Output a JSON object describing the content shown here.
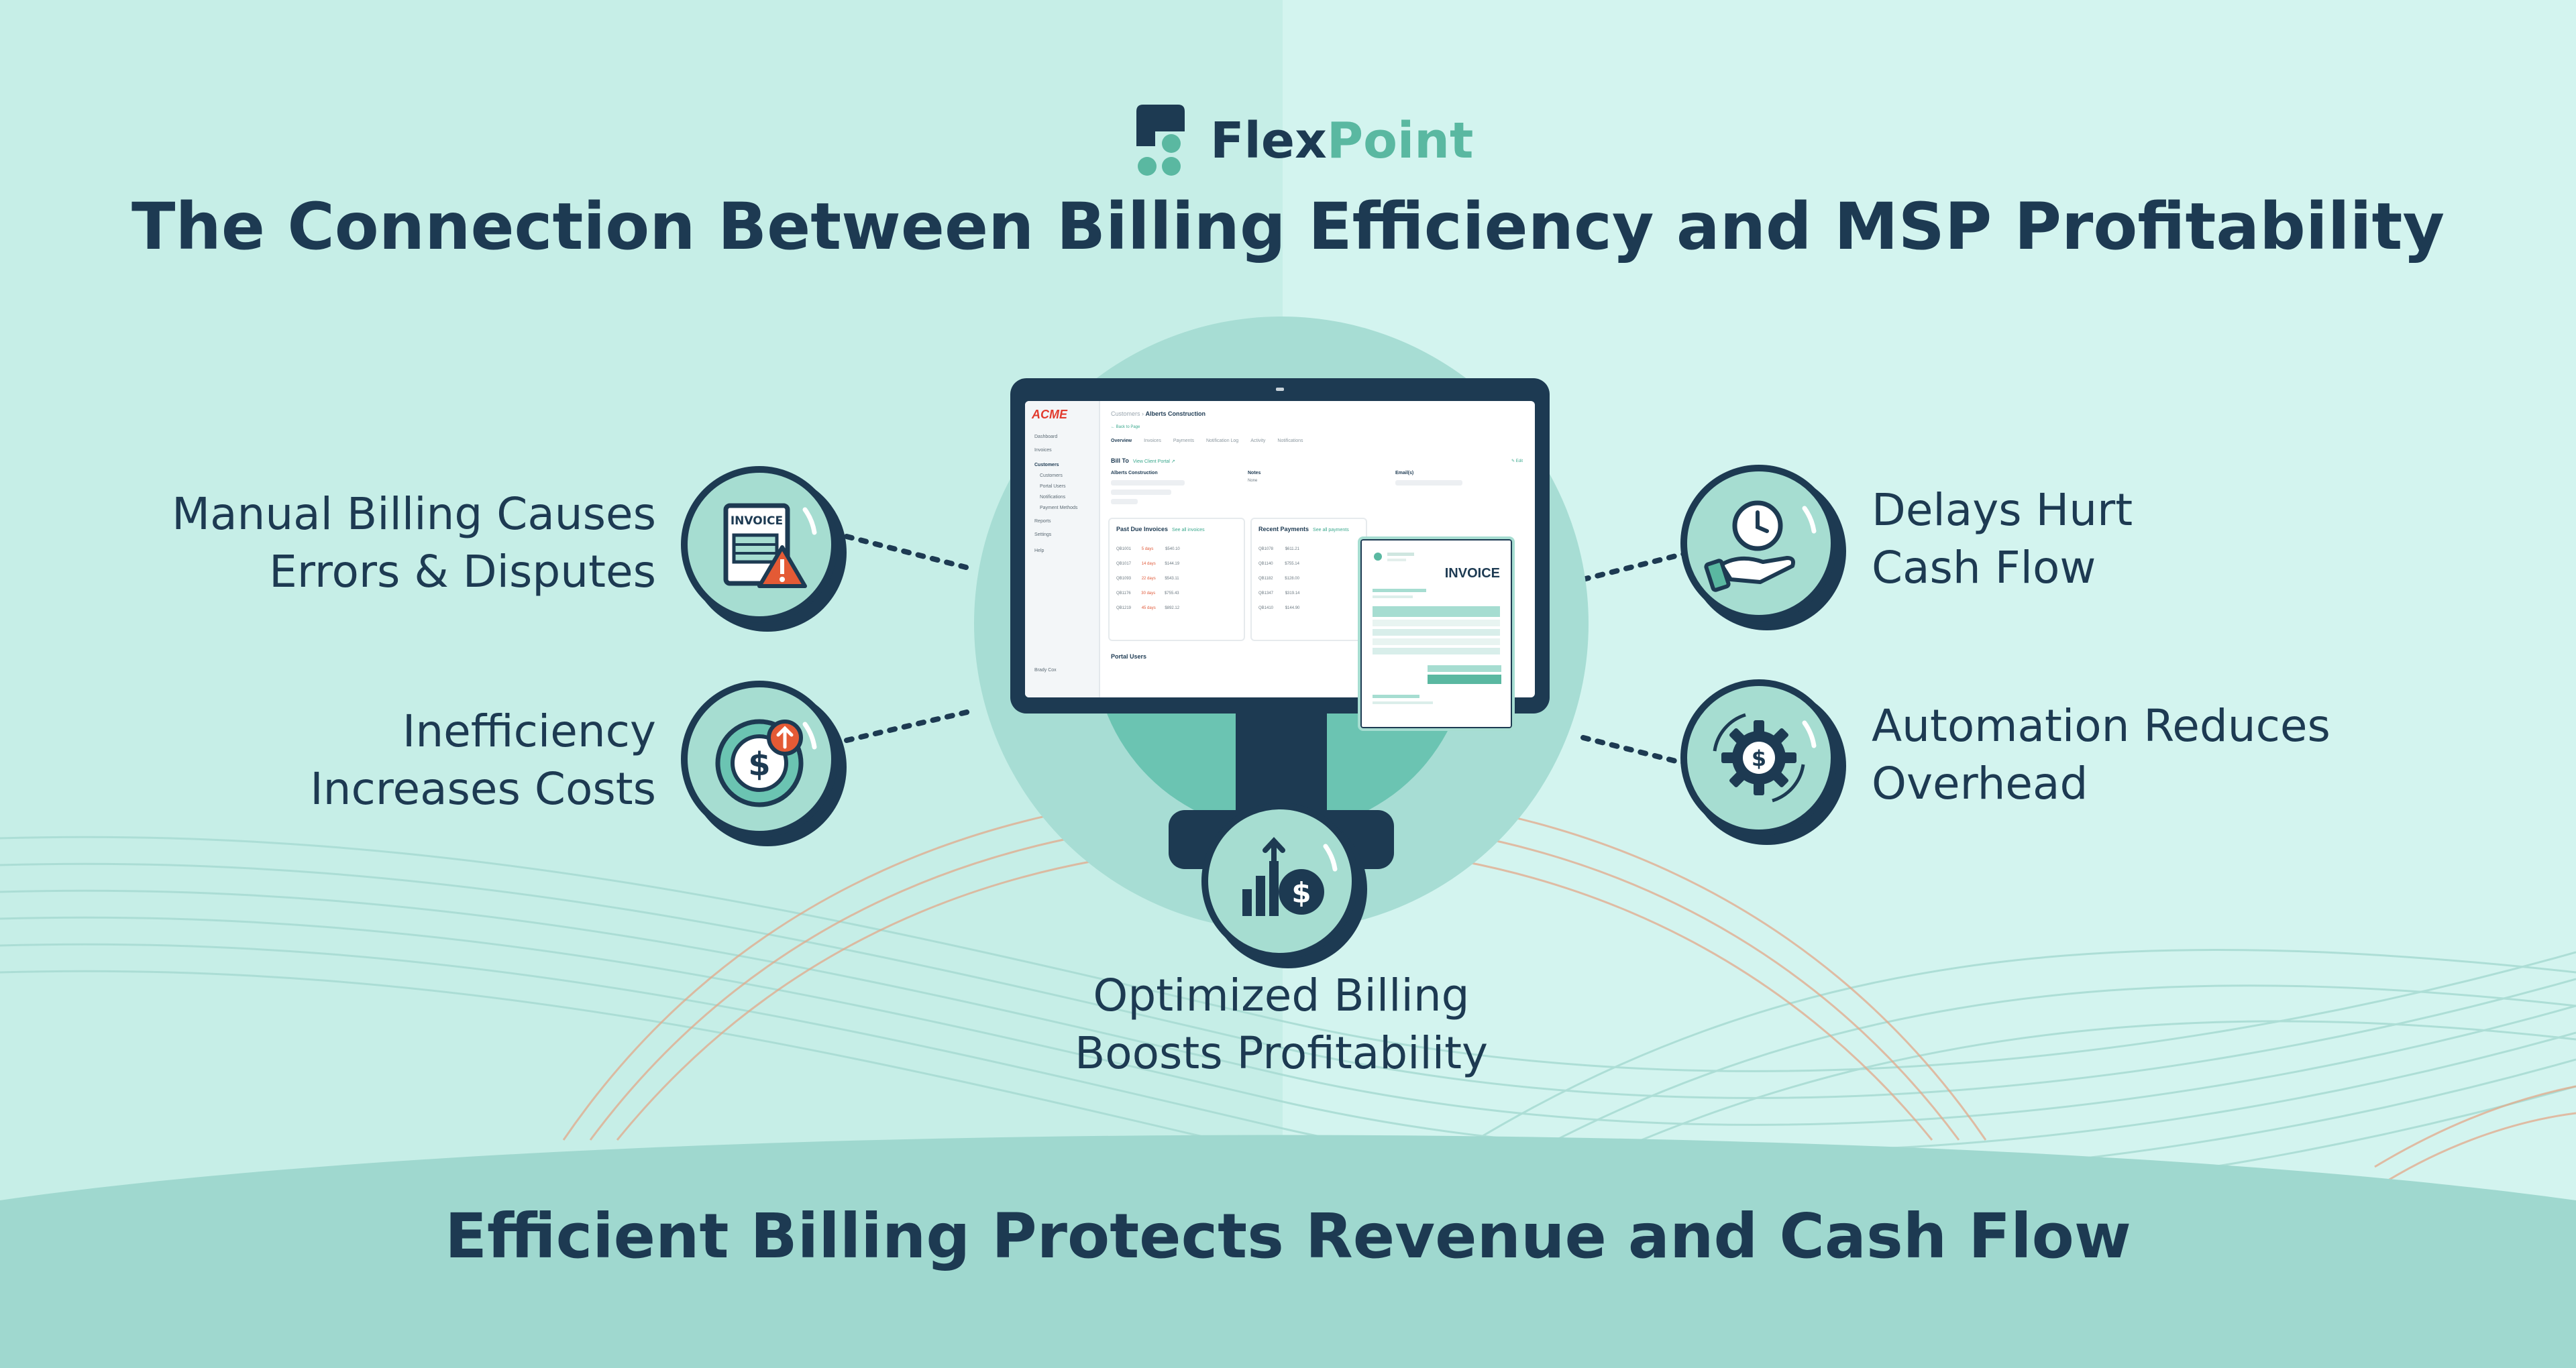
{
  "brand": {
    "flex": "Flex",
    "point": "Point",
    "dark": "#1d3a52",
    "accent": "#5ab8a1"
  },
  "title": "The Connection Between Billing Efficiency and MSP Profitability",
  "footer": "Efficient Billing Protects Revenue and Cash Flow",
  "nodes": {
    "manual": {
      "line1": "Manual Billing Causes",
      "line2": "Errors & Disputes",
      "icon": "invoice-warning-icon"
    },
    "inefficiency": {
      "line1": "Inefficiency",
      "line2": "Increases Costs",
      "icon": "dollar-rising-icon"
    },
    "delays": {
      "line1": "Delays Hurt",
      "line2": "Cash Flow",
      "icon": "clock-hand-icon"
    },
    "automation": {
      "line1": "Automation Reduces",
      "line2": "Overhead",
      "icon": "gear-dollar-icon"
    },
    "optimized": {
      "line1": "Optimized Billing",
      "line2": "Boosts Profitability",
      "icon": "growth-chart-dollar-icon"
    }
  },
  "screen": {
    "brand": "ACME",
    "breadcrumb_parent": "Customers",
    "breadcrumb_current": "Alberts Construction",
    "back": "← Back to Page",
    "sidebar": [
      "Dashboard",
      "Invoices",
      "Customers",
      "Customers",
      "Portal Users",
      "Notifications",
      "Payment Methods",
      "Reports",
      "Settings",
      "Help"
    ],
    "tabs": [
      "Overview",
      "Invoices",
      "Payments",
      "Notification Log",
      "Activity",
      "Notifications"
    ],
    "bill_to": "Bill To",
    "view_portal": "View Client Portal ↗",
    "company": "Alberts Construction",
    "notes": "Notes",
    "none": "None",
    "emails": "Email(s)",
    "edit": "✎ Edit",
    "past_due": "Past Due Invoices",
    "see_all_invoices": "See all invoices",
    "recent_payments": "Recent Payments",
    "see_all_payments": "See all payments",
    "portal_users": "Portal Users",
    "past_due_rows": [
      {
        "num": "QB1001",
        "days": "5 days",
        "amt": "$540.10"
      },
      {
        "num": "QB1017",
        "days": "14 days",
        "amt": "$144.19"
      },
      {
        "num": "QB1093",
        "days": "22 days",
        "amt": "$543.11"
      },
      {
        "num": "QB1176",
        "days": "30 days",
        "amt": "$755.43"
      },
      {
        "num": "QB1219",
        "days": "45 days",
        "amt": "$892.12"
      }
    ],
    "payment_rows": [
      {
        "num": "QB1078",
        "amt": "$611.21"
      },
      {
        "num": "QB1140",
        "amt": "$755.14"
      },
      {
        "num": "QB1182",
        "amt": "$128.00"
      },
      {
        "num": "QB1347",
        "amt": "$319.14"
      },
      {
        "num": "QB1410",
        "amt": "$144.90"
      }
    ],
    "user": "Brady Cox",
    "invoice_word": "INVOICE"
  }
}
